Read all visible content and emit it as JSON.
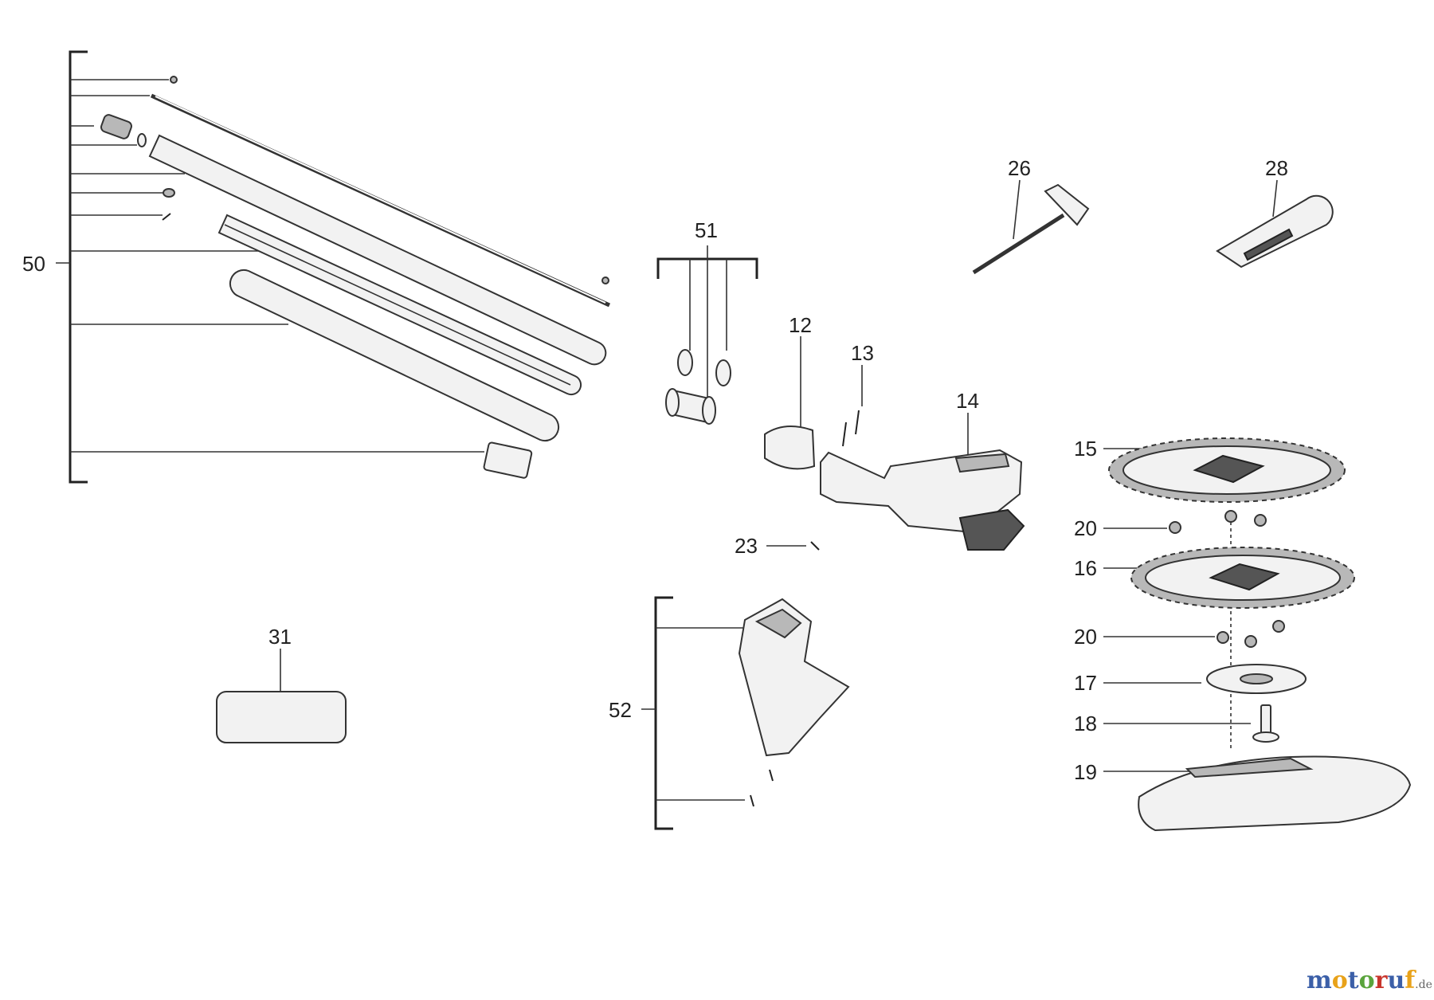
{
  "callouts": {
    "c50": "50",
    "c51": "51",
    "c52": "52",
    "c12": "12",
    "c13": "13",
    "c14": "14",
    "c15": "15",
    "c16": "16",
    "c17": "17",
    "c18": "18",
    "c19": "19",
    "c20a": "20",
    "c20b": "20",
    "c23": "23",
    "c26": "26",
    "c28": "28",
    "c31": "31"
  },
  "watermark": {
    "letters": [
      "m",
      "o",
      "t",
      "o",
      "r",
      "u",
      "f"
    ],
    "suffix": ".de",
    "colors": [
      "#3b5fa8",
      "#e8a21a",
      "#3b5fa8",
      "#5aa43c",
      "#c8352c",
      "#3b5fa8",
      "#e8a21a"
    ]
  }
}
